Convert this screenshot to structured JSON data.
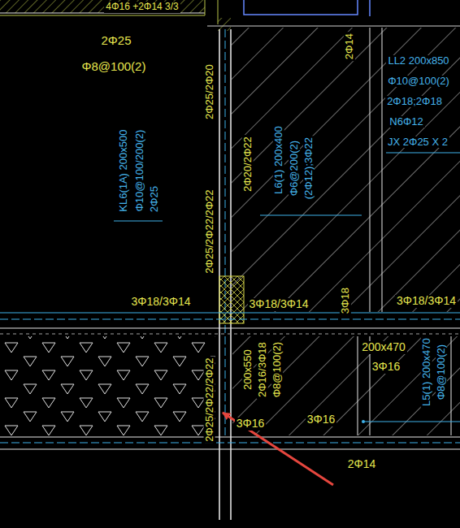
{
  "diagram": {
    "labels": [
      "4Φ16 +2Φ14 3/3",
      "2Φ25",
      "Φ8@100(2)",
      "2Φ25/2Φ20",
      "KL6(1A) 200x500",
      "Φ10@100/200(2)",
      "2Φ25",
      "2Φ25/2Φ22/2Φ22",
      "2Φ20/2Φ22",
      "L6(1) 200x400",
      "Φ6@200(2)",
      "(2Φ12);3Φ22",
      "2Φ14",
      "LL2 200x850",
      "Φ10@100(2)",
      "2Φ18;2Φ18",
      "N6Φ12",
      "JX 2Φ25 X 2",
      "3Φ18/3Φ14",
      "3Φ18/3Φ14",
      "3Φ18",
      "3Φ18/3Φ14",
      "200x550",
      "2Φ16/3Φ18",
      "Φ8@100(2)",
      "2Φ25/2Φ22/2Φ22",
      "3Φ16",
      "3Φ16",
      "200x470",
      "3Φ16",
      "L5(1) 200x470",
      "Φ8@100(2)",
      "2Φ14"
    ]
  }
}
